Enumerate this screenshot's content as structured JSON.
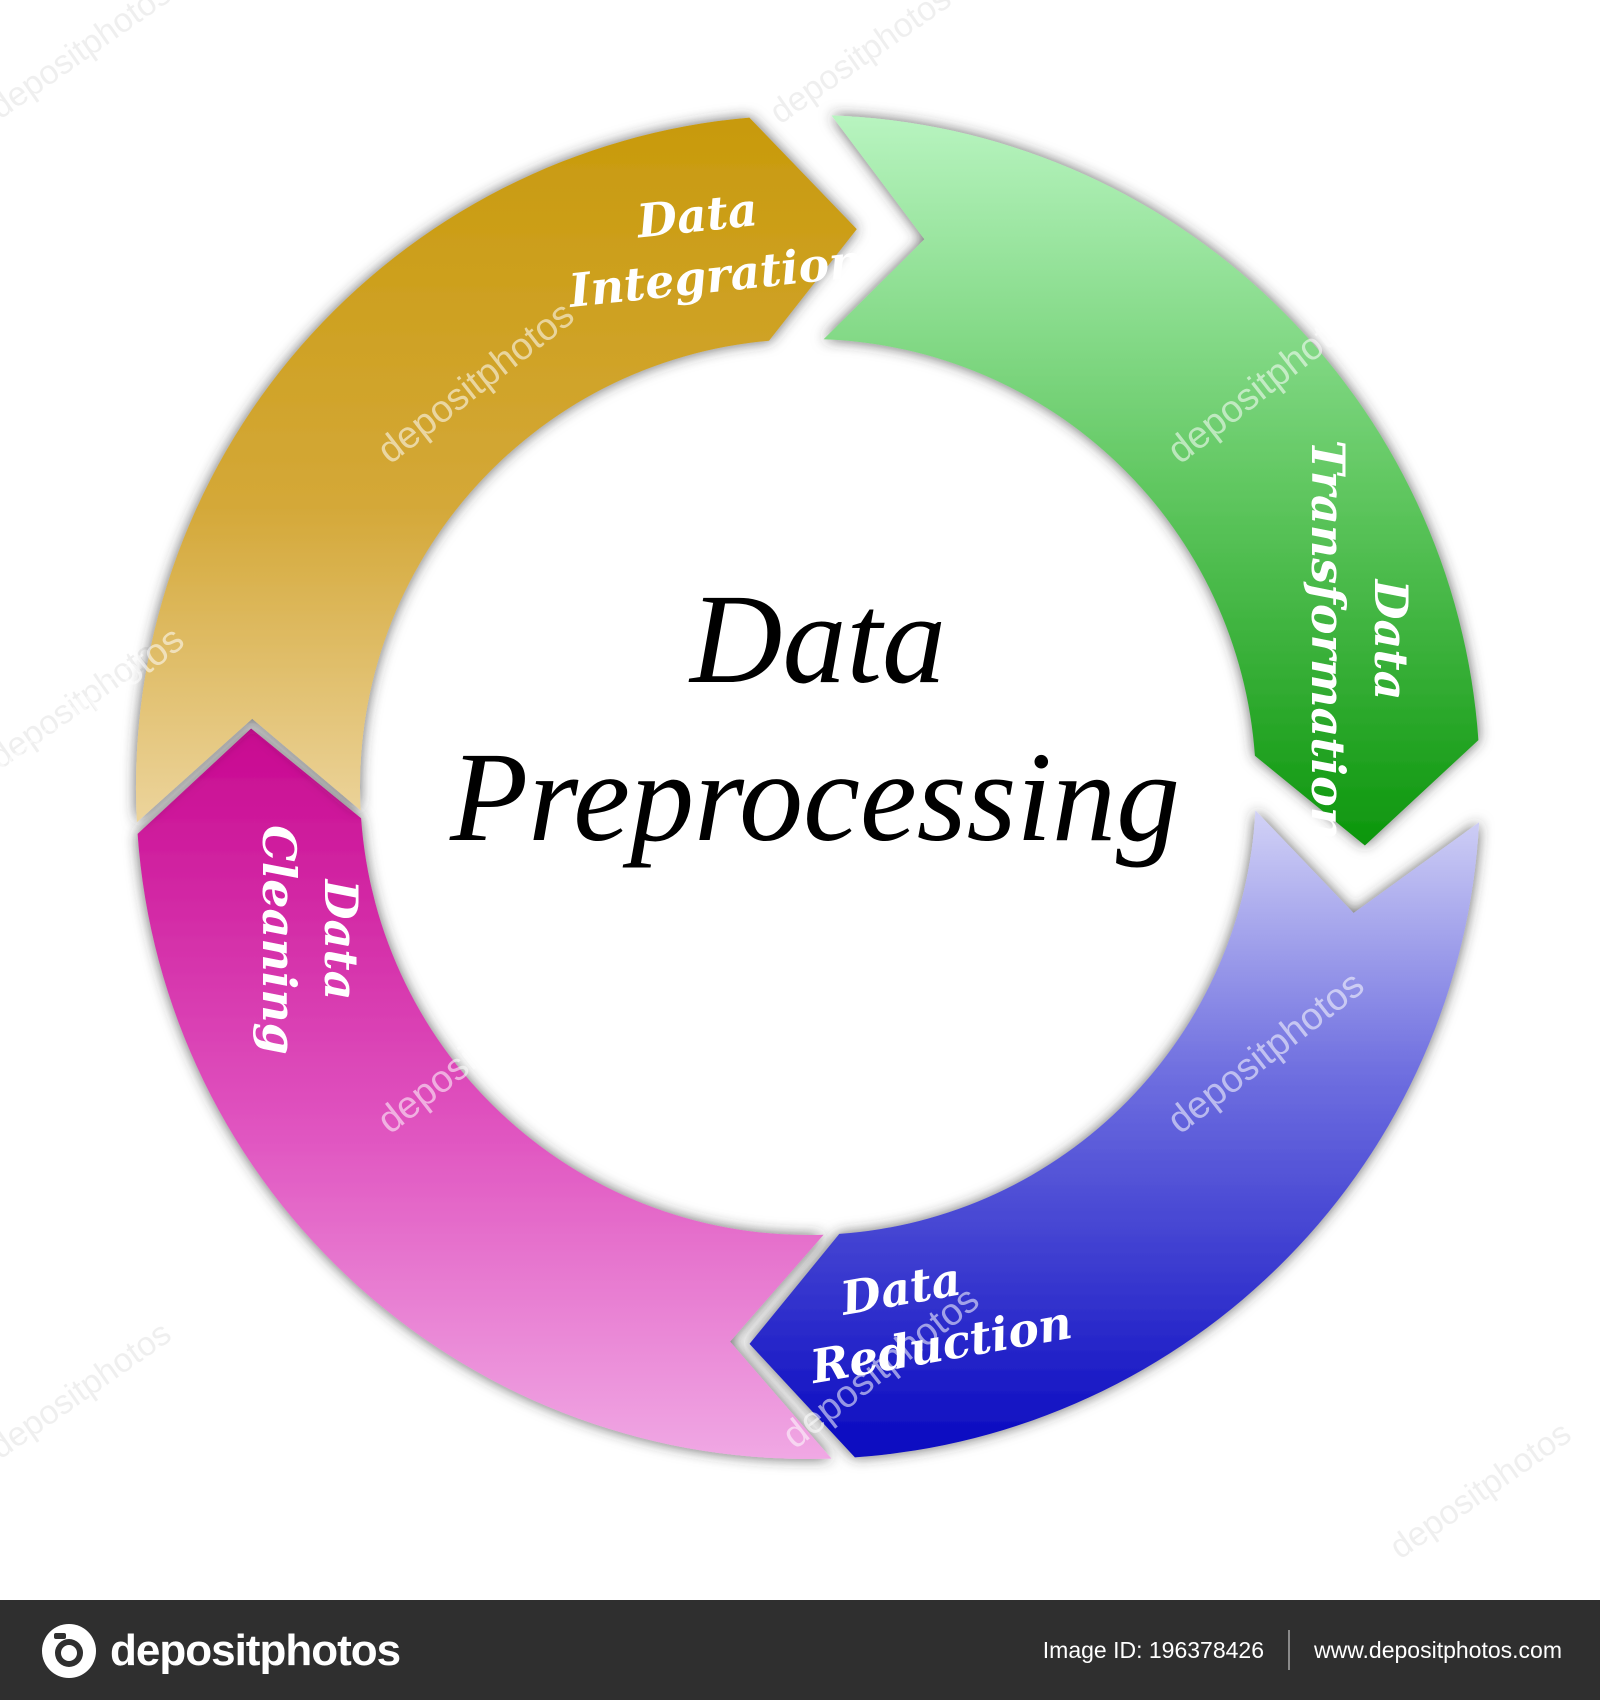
{
  "diagram": {
    "center_title_line1": "Data",
    "center_title_line2": "Preprocessing",
    "segments": [
      {
        "id": "integration",
        "label_line1": "Data",
        "label_line2": "Integration",
        "color_start": "#c89a0c",
        "color_end": "#e0c47a"
      },
      {
        "id": "transformation",
        "label_line1": "Data",
        "label_line2": "Transformation",
        "color_start": "#b4f0bc",
        "color_end": "#129a12"
      },
      {
        "id": "reduction",
        "label_line1": "Data",
        "label_line2": "Reduction",
        "color_start": "#c8c8f4",
        "color_end": "#0a08c4"
      },
      {
        "id": "cleaning",
        "label_line1": "Data",
        "label_line2": "Cleaning",
        "color_start": "#cc0a94",
        "color_end": "#eca0e0"
      }
    ]
  },
  "watermark": {
    "text": "depositphotos"
  },
  "footer": {
    "brand": "depositphotos",
    "image_id": "Image ID: 196378426",
    "site": "www.depositphotos.com"
  }
}
